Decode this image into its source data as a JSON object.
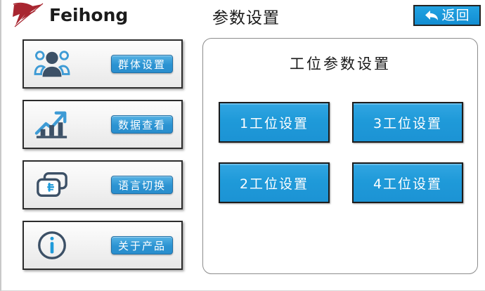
{
  "header": {
    "brand": "Feihong",
    "logo_icon": "flying-bird-logo",
    "title": "参数设置",
    "back_button": {
      "label": "返回",
      "icon": "back-arrow-icon"
    }
  },
  "sidebar": {
    "items": [
      {
        "icon": "group-people-icon",
        "label": "群体设置"
      },
      {
        "icon": "chart-growth-icon",
        "label": "数据查看"
      },
      {
        "icon": "language-switch-icon",
        "label": "语言切换"
      },
      {
        "icon": "info-circle-icon",
        "label": "关于产品"
      }
    ]
  },
  "main": {
    "panel_title": "工位参数设置",
    "stations": [
      {
        "label": "1工位设置"
      },
      {
        "label": "3工位设置"
      },
      {
        "label": "2工位设置"
      },
      {
        "label": "4工位设置"
      }
    ]
  },
  "colors": {
    "accent_blue": "#1f9ad9",
    "pill_blue": "#2b93d2",
    "icon_dark": "#3c5066",
    "icon_blue": "#3e9bd5",
    "logo_red": "#a82630"
  }
}
